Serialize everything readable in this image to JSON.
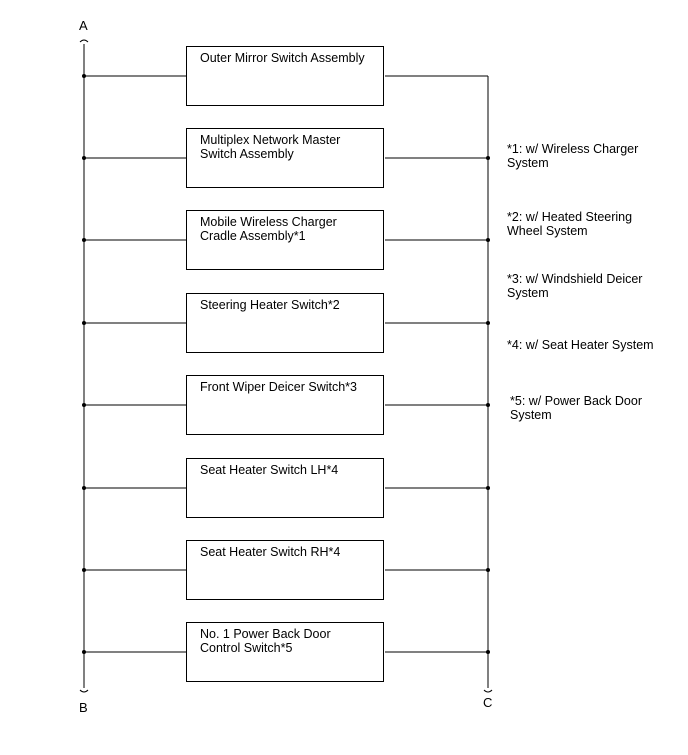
{
  "bus": {
    "left_top": "A",
    "left_bottom": "B",
    "right_bottom": "C"
  },
  "components": [
    {
      "label": "Outer Mirror Switch Assembly"
    },
    {
      "label": "Multiplex Network Master\nSwitch Assembly"
    },
    {
      "label": "Mobile Wireless Charger\nCradle Assembly*1"
    },
    {
      "label": "Steering Heater Switch*2"
    },
    {
      "label": "Front Wiper Deicer Switch*3"
    },
    {
      "label": "Seat Heater Switch LH*4"
    },
    {
      "label": "Seat Heater Switch RH*4"
    },
    {
      "label": "No. 1 Power Back Door\nControl Switch*5"
    }
  ],
  "notes": [
    {
      "text": "*1: w/ Wireless Charger\nSystem"
    },
    {
      "text": "*2: w/ Heated Steering\nWheel System"
    },
    {
      "text": "*3: w/ Windshield Deicer\nSystem"
    },
    {
      "text": "*4: w/ Seat Heater System"
    },
    {
      "text": "*5: w/ Power Back Door\nSystem"
    }
  ],
  "colors": {
    "line": "#000000",
    "background": "#ffffff"
  }
}
